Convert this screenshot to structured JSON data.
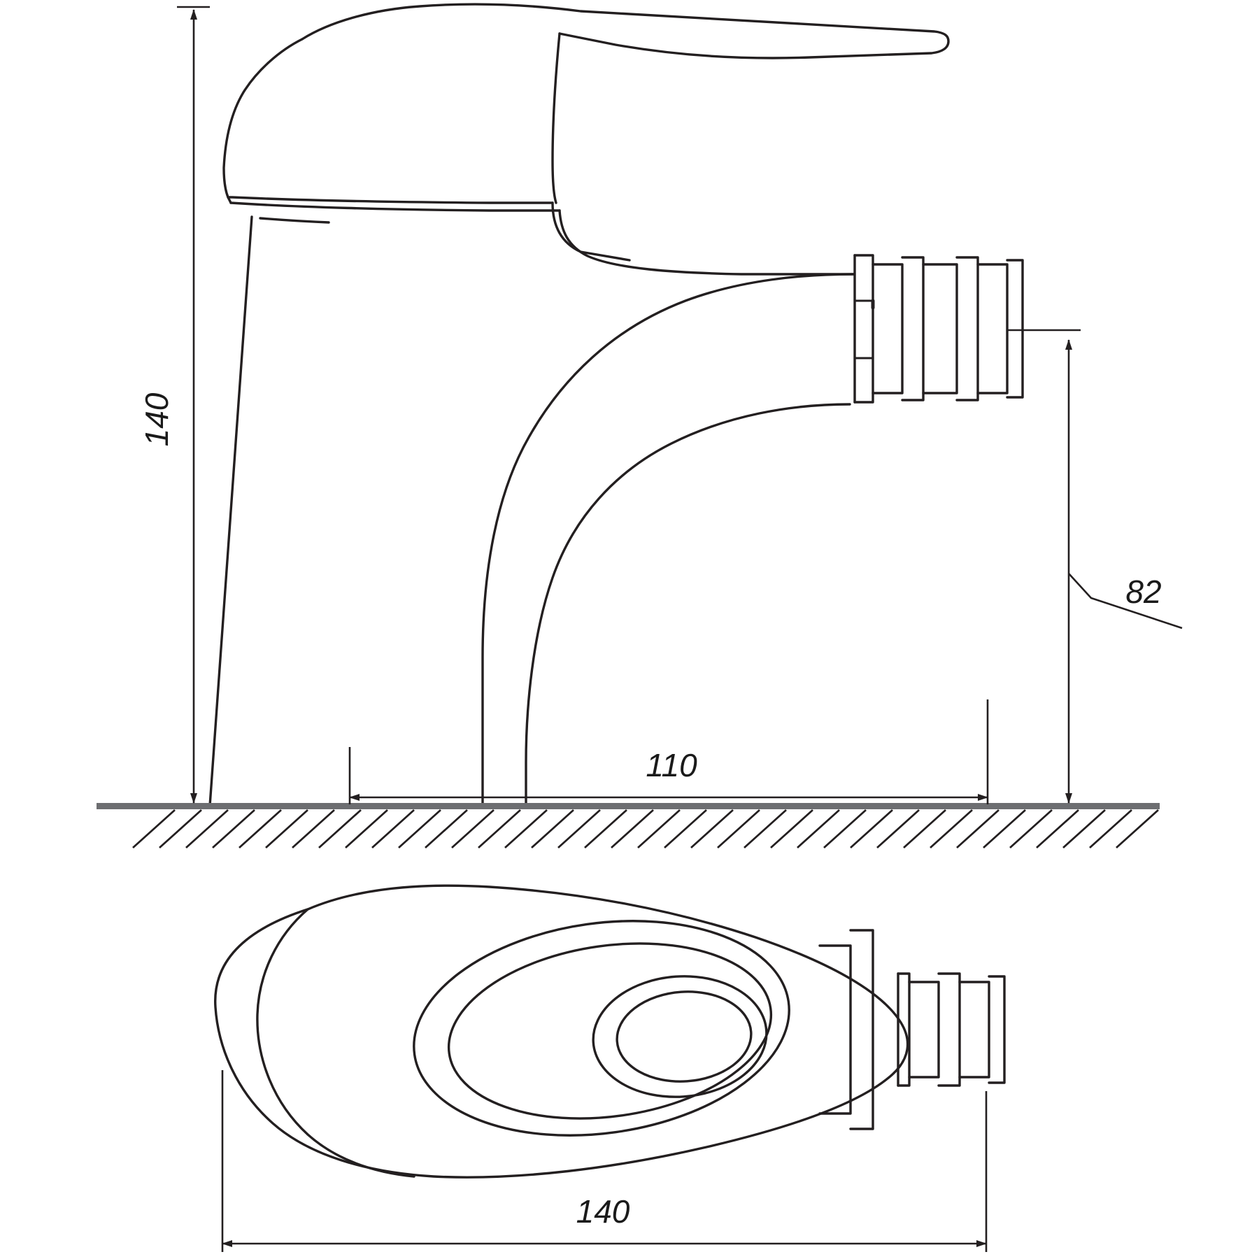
{
  "drawing": {
    "title": "Bidet mixer tap technical dimension drawing",
    "units": "mm",
    "line_color": "#231f20",
    "hatch_color": "#231f20",
    "background": "#ffffff",
    "views": [
      {
        "name": "side-elevation",
        "label": ""
      },
      {
        "name": "top-plan",
        "label": ""
      }
    ]
  },
  "dimensions": {
    "height_overall": "140",
    "spout_projection": "110",
    "spout_height": "82",
    "base_length": "140"
  },
  "labels": {
    "height_overall_name": "overall-height-dimension",
    "spout_projection_name": "spout-projection-dimension",
    "spout_height_name": "spout-height-dimension",
    "base_length_name": "base-length-dimension"
  }
}
